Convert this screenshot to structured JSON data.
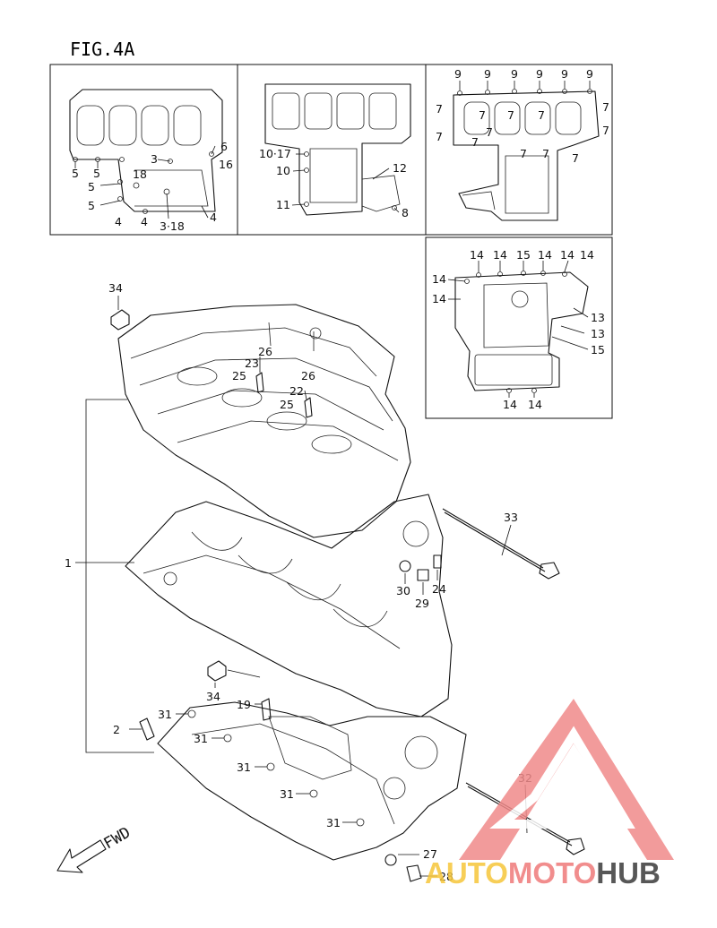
{
  "figure": {
    "title": "FIG.4A",
    "fwd_label": "FWD"
  },
  "callouts": {
    "inset1": [
      "5",
      "5",
      "5",
      "5",
      "3",
      "6",
      "16",
      "18",
      "4",
      "4",
      "3·18",
      "4"
    ],
    "inset2": [
      "10·17",
      "10",
      "11",
      "12",
      "8"
    ],
    "inset3": [
      "9",
      "9",
      "9",
      "9",
      "9",
      "9",
      "7",
      "7",
      "7",
      "7",
      "7",
      "7",
      "7",
      "7",
      "7",
      "7",
      "7",
      "7"
    ],
    "inset4": [
      "14",
      "14",
      "15",
      "14",
      "14",
      "14",
      "14",
      "14",
      "13",
      "13",
      "15",
      "14",
      "14"
    ],
    "main": [
      "34",
      "23",
      "26",
      "25",
      "26",
      "22",
      "25",
      "33",
      "1",
      "30",
      "24",
      "29",
      "34",
      "19",
      "2",
      "31",
      "31",
      "31",
      "31",
      "31",
      "32",
      "27",
      "28"
    ]
  },
  "watermark": {
    "brand_parts": [
      "AUTO",
      "MOTO",
      "HUB"
    ],
    "colors": {
      "logo": "#f08a8a",
      "auto": "#f6c63a",
      "moto": "#ef7a7a",
      "hub": "#3a3a3a"
    }
  }
}
